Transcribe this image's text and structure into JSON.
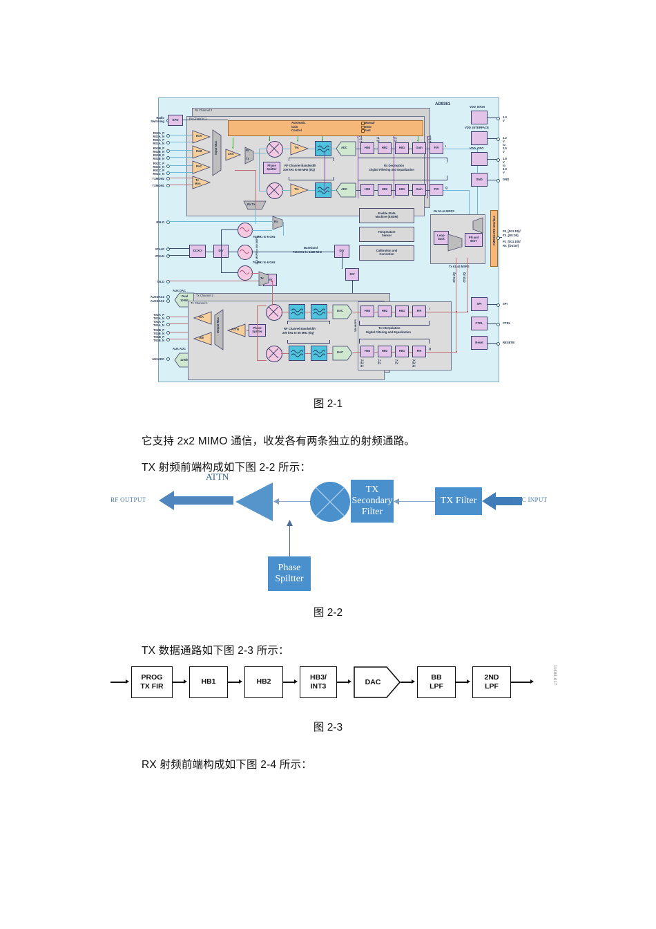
{
  "document": {
    "paragraphs": [
      {
        "id": "p1",
        "text": "它支持 2x2 MIMO 通信，收发各有两条独立的射频通路。"
      },
      {
        "id": "p2",
        "text": "TX 射频前端构成如下图 2-2 所示："
      },
      {
        "id": "p3",
        "text": "TX 数据通路如下图 2-3 所示："
      },
      {
        "id": "p4",
        "text": "RX 射频前端构成如下图 2-4 所示："
      }
    ],
    "captions": {
      "fig21": "图 2-1",
      "fig22": "图 2-2",
      "fig23": "图 2-3"
    }
  },
  "figure21": {
    "chip_title": "AD9361",
    "sections": {
      "rx_channel_2": "Rx Channel 2",
      "rx_channel_1": "Rx Channel 1",
      "tx_channel_2": "Tx Channel 2",
      "tx_channel_1": "Tx Channel 1",
      "agc": "Automatic\nGain\nControl",
      "agc_line1": "Automatic",
      "agc_line2": "Gain",
      "agc_line3": "Control",
      "agc_opt1": "Manual",
      "agc_opt2": "Slow",
      "agc_opt3": "Fast",
      "rx_decimation": "Rx Decimation",
      "rx_decimation2": "Digital Filtering and Equalization",
      "tx_interpolation": "Tx Interpolation",
      "tx_interpolation2": "Digital Filtering and Equalization",
      "rf_bw_rx_1": "RF Channel Bandwidth",
      "rf_bw_rx_2": "200 kHz to 56 MHz (I/Q)",
      "rf_bw_tx_1": "RF Channel Bandwidth",
      "rf_bw_tx_2": "200 kHz to 56 MHz (I/Q)",
      "aux_dac": "AUX DAC",
      "aux_adc": "AUX ADC",
      "input_mux": "Input Mux",
      "output_mux": "Output Mux"
    },
    "left_pins": [
      "Radio\nSwitching",
      "RX2A_P",
      "RX2A_N",
      "RX1A_P",
      "RX1A_N",
      "RX2B_P",
      "RX2B_N",
      "RX1B_P",
      "RX1B_N",
      "RX2C_P",
      "RX2C_N",
      "RX1C_P",
      "RX1C_N",
      "TXMON2",
      "TXMON1",
      "RXLO",
      "XTALP",
      "XTALN",
      "TXLO",
      "AUXDAC1",
      "AUXDAC2",
      "TX2A_P",
      "TX2A_N",
      "TX1A_P",
      "TX1A_N",
      "TX2B_P",
      "TX2B_N",
      "TX1B_P",
      "TX1B_N",
      "AUXADC"
    ],
    "right_pins": [
      {
        "block": "VDD_MAIN",
        "label": "1.3 V"
      },
      {
        "block": "VDD_INTERFACE",
        "label": "1.2 V to 2.5 V"
      },
      {
        "block": "VDD_GPO",
        "label": "1.8 V to 3.3 V"
      },
      {
        "block": "GND",
        "label": "GND"
      },
      {
        "block": "SPI",
        "label": "SPI"
      },
      {
        "block": "CTRL",
        "label": "CTRL"
      },
      {
        "block": "Reset",
        "label": "RESETB"
      }
    ],
    "interface_pins": [
      "P0_[D11:D0]/",
      "TX_[D5:D0]",
      "P1_[D11:D0]/",
      "RX_[D5:D0]"
    ],
    "blocks": {
      "gpo": "GPO",
      "rxa": "RxA",
      "rxb": "RxB",
      "rxc": "RxC",
      "tx_mon": "Tx\nMon",
      "lna": "LNA",
      "tia": "TIA",
      "adc": "ADC",
      "dac": "DAC",
      "hb3": "HB3",
      "hb2": "HB2",
      "hb1": "HB1",
      "gain": "Gain",
      "fir": "FIR",
      "phase_splitter": "Phase\nSplitter",
      "dcxo": "DCXO",
      "div": "DIV",
      "rx_mux": "Rx",
      "tx_mux": "Tx",
      "rxtx_mux": "Rx  Tx",
      "ensm": "Enable State\nMachine (ENSM)",
      "temp_sensor": "Temperature\nSensor",
      "calibration": "Calibration and\nCorrection",
      "loopback": "Loop-\nback",
      "pn_bist": "PN and\nBIST",
      "cmos_lvds": "CMOS/LVDS Interface",
      "dual_10bit": "Dual\n10-Bit",
      "adc_12bit": "12-Bit",
      "txa": "TxA",
      "txb": "TxB",
      "attn": "ATTN",
      "spi": "SPI",
      "ctrl": "CTRL",
      "reset": "Reset",
      "vdd_main": "VDD_MAIN",
      "vdd_interface": "VDD_INTERFACE",
      "vdd_gpo": "VDD_GPO",
      "gnd": "GND"
    },
    "annotations": {
      "lo_freq_1": "70 MHz to 6 GHz",
      "lo_freq_2": "70 MHz to 6 GHz",
      "baseband_1": "Baseband",
      "baseband_2": "715 MHz to 1430 MHz",
      "msps_adc": "11.2 MSPS to 640 MSPS",
      "msps_dac": "320 MSPS",
      "rx_rate": "Rx 61.44 MSPS",
      "tx_rate": "Tx 61.44 MSPS",
      "ch1_iq": "Ch1 I/Q",
      "ch2_iq": "Ch2 I/Q",
      "i_label": "I",
      "q_label": "Q",
      "div_ratios_hb3": "÷1\n÷2\n÷3",
      "div_ratios_hb2": "÷1\n÷2",
      "div_ratios_hb1": "÷1\n÷2",
      "div_ratios_fir": "÷1\n÷2\n÷4",
      "tx_int_hb3": "1×\n2×\n3×",
      "tx_int_hb2": "1×\n2×",
      "tx_int_hb1": "1×\n2×",
      "tx_int_fir": "1×\n2×\n4×"
    }
  },
  "figure22": {
    "type": "tx-rf-frontend",
    "labels": {
      "rf_output": "RF OUTPUT",
      "attn": "ATTN",
      "dac_input": "DAC INPUT"
    },
    "blocks": [
      {
        "name": "tx-secondary-filter",
        "lines": [
          "TX",
          "Secondary",
          "Filter"
        ]
      },
      {
        "name": "tx-filter",
        "lines": [
          "TX Filter"
        ]
      },
      {
        "name": "phase-splitter",
        "lines": [
          "Phase",
          "Spiltter"
        ]
      }
    ],
    "colors": {
      "block_fill": "#4a90cd",
      "label_text": "#4a7fb5",
      "arrow": "#3f7cb8"
    }
  },
  "figure23": {
    "type": "tx-data-path",
    "blocks": [
      {
        "name": "prog-tx-fir",
        "lines": [
          "PROG",
          "TX FIR"
        ]
      },
      {
        "name": "hb1",
        "lines": [
          "HB1"
        ]
      },
      {
        "name": "hb2",
        "lines": [
          "HB2"
        ]
      },
      {
        "name": "hb3-int3",
        "lines": [
          "HB3/",
          "INT3"
        ]
      },
      {
        "name": "dac",
        "lines": [
          "DAC"
        ]
      },
      {
        "name": "bb-lpf",
        "lines": [
          "BB",
          "LPF"
        ]
      },
      {
        "name": "2nd-lpf",
        "lines": [
          "2ND",
          "LPF"
        ]
      }
    ],
    "side_code": "11688-017"
  }
}
